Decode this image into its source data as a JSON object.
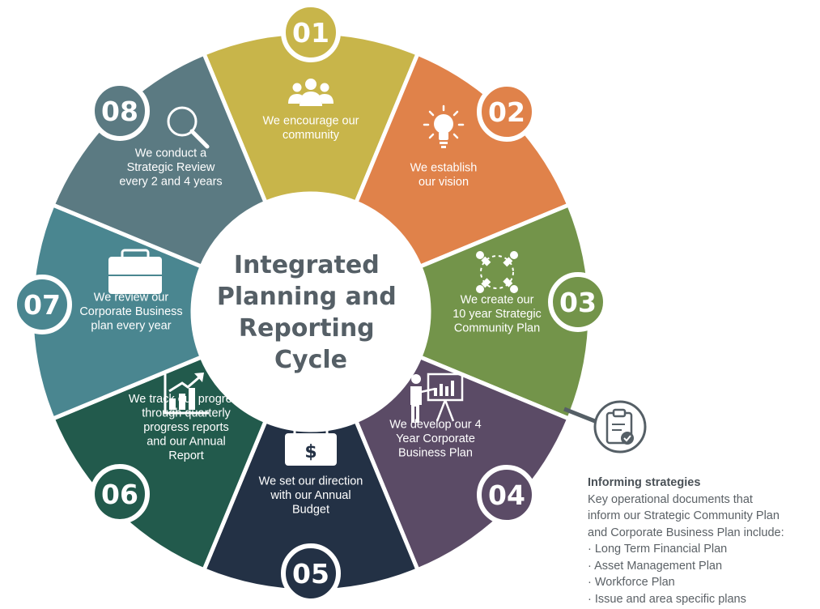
{
  "center_title": [
    "Integrated",
    "Planning and",
    "Reporting",
    "Cycle"
  ],
  "segments": [
    {
      "number": "01",
      "lines": [
        "We encourage our",
        "community"
      ],
      "icon": "community-icon",
      "color": "#c8b54a"
    },
    {
      "number": "02",
      "lines": [
        "We establish",
        "our vision"
      ],
      "icon": "lightbulb-icon",
      "color": "#e0824a"
    },
    {
      "number": "03",
      "lines": [
        "We create our",
        "10 year Strategic",
        "Community Plan"
      ],
      "icon": "network-icon",
      "color": "#73944a"
    },
    {
      "number": "04",
      "lines": [
        "We develop our 4",
        "Year Corporate",
        "Business Plan"
      ],
      "icon": "presentation-icon",
      "color": "#5b4b66"
    },
    {
      "number": "05",
      "lines": [
        "We set our direction",
        "with our Annual",
        "Budget"
      ],
      "icon": "money-briefcase-icon",
      "color": "#233145"
    },
    {
      "number": "06",
      "lines": [
        "We track our progress",
        "through quarterly",
        "progress reports",
        "and our Annual",
        "Report"
      ],
      "icon": "growth-chart-icon",
      "color": "#225a4c"
    },
    {
      "number": "07",
      "lines": [
        "We review our",
        "Corporate Business",
        "plan every year"
      ],
      "icon": "briefcase-icon",
      "color": "#4a8690"
    },
    {
      "number": "08",
      "lines": [
        "We conduct a",
        "Strategic Review",
        "every 2 and 4 years"
      ],
      "icon": "magnifier-icon",
      "color": "#5b7a82"
    }
  ],
  "informing": {
    "icon": "clipboard-check-icon",
    "heading": "Informing strategies",
    "intro_lines": [
      "Key operational documents that",
      "inform our Strategic Community Plan",
      "and Corporate Business Plan include:"
    ],
    "items": [
      "Long Term Financial Plan",
      "Asset Management Plan",
      "Workforce Plan",
      "Issue and area specific plans"
    ]
  }
}
